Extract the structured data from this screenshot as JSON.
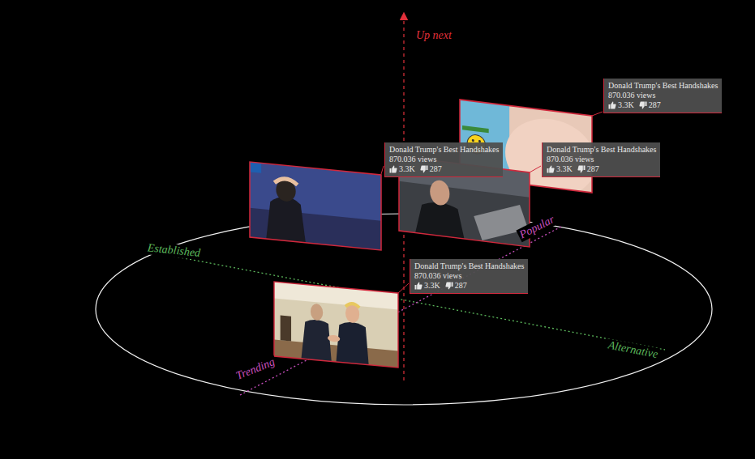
{
  "diagram": {
    "nodes": [
      {
        "text": [
          "Donald Trump's Best Handshakes",
          "870.036 views",
          "3.3K",
          "287"
        ]
      },
      {
        "text": [
          "Donald Trump's Best Handshakes",
          "870.036 views",
          "3.3K",
          "287"
        ]
      },
      {
        "text": [
          "Donald Trump's Best Handshakes",
          "870.036 views",
          "3.3K",
          "287"
        ]
      },
      {
        "text": [
          "Donald Trump's Best Handshakes",
          "870.036 views",
          "3.3K",
          "287"
        ]
      }
    ],
    "labels": [
      "Up next",
      "Established",
      "Popular",
      "Trending",
      "Alternative"
    ]
  }
}
